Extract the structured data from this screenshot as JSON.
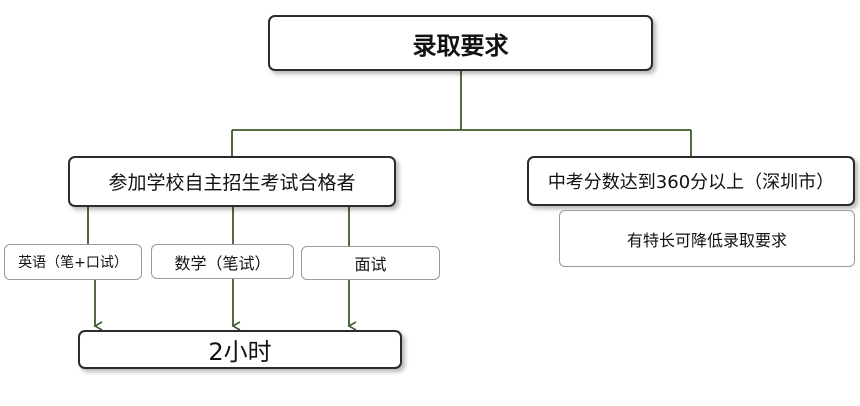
{
  "diagram": {
    "root": {
      "label": "录取要求"
    },
    "left_branch": {
      "label": "参加学校自主招生考试合格者",
      "subjects": [
        {
          "label": "英语（笔+口试）"
        },
        {
          "label": "数学（笔试）"
        },
        {
          "label": "面试"
        }
      ],
      "duration": {
        "label": "2小时"
      }
    },
    "right_branch": {
      "label": "中考分数达到360分以上（深圳市）",
      "note": {
        "label": "有特长可降低录取要求"
      }
    },
    "colors": {
      "connector": "#3f5a2a",
      "border": "#2b2b2b",
      "soft_border": "#9a9a9a"
    }
  }
}
